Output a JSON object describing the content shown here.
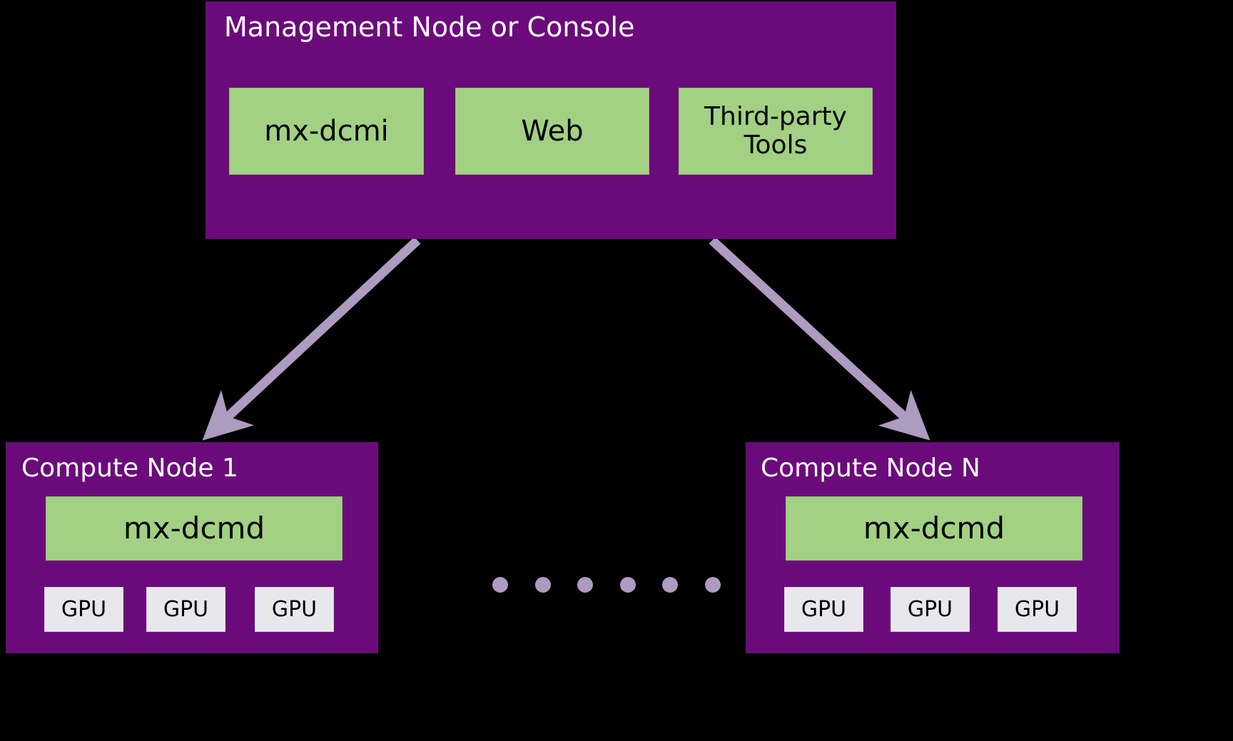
{
  "diagram": {
    "title": "Management Node or Console",
    "background_color": "#000000",
    "node_color": "#6B0B7B",
    "component_color": "#A2D183",
    "gpu_color": "#E8E8EC",
    "arrow_color": "#AE9BC0",
    "text_on_node_color": "#FFFFFF"
  },
  "management_node": {
    "title": "Management Node or Console",
    "components": [
      {
        "label": "mx-dcmi"
      },
      {
        "label": "Web"
      },
      {
        "label": "Third-party",
        "label_line2": "Tools"
      }
    ]
  },
  "compute_nodes": [
    {
      "title": "Compute Node 1",
      "daemon": "mx-dcmd",
      "gpus": [
        "GPU",
        "GPU",
        "GPU"
      ]
    },
    {
      "title": "Compute Node N",
      "daemon": "mx-dcmd",
      "gpus": [
        "GPU",
        "GPU",
        "GPU"
      ]
    }
  ],
  "ellipsis": {
    "dot_count": 6,
    "meaning": "additional compute nodes"
  },
  "connections": [
    {
      "from": "management_node",
      "to": "compute_node_1",
      "style": "arrow"
    },
    {
      "from": "management_node",
      "to": "compute_node_n",
      "style": "arrow"
    }
  ]
}
